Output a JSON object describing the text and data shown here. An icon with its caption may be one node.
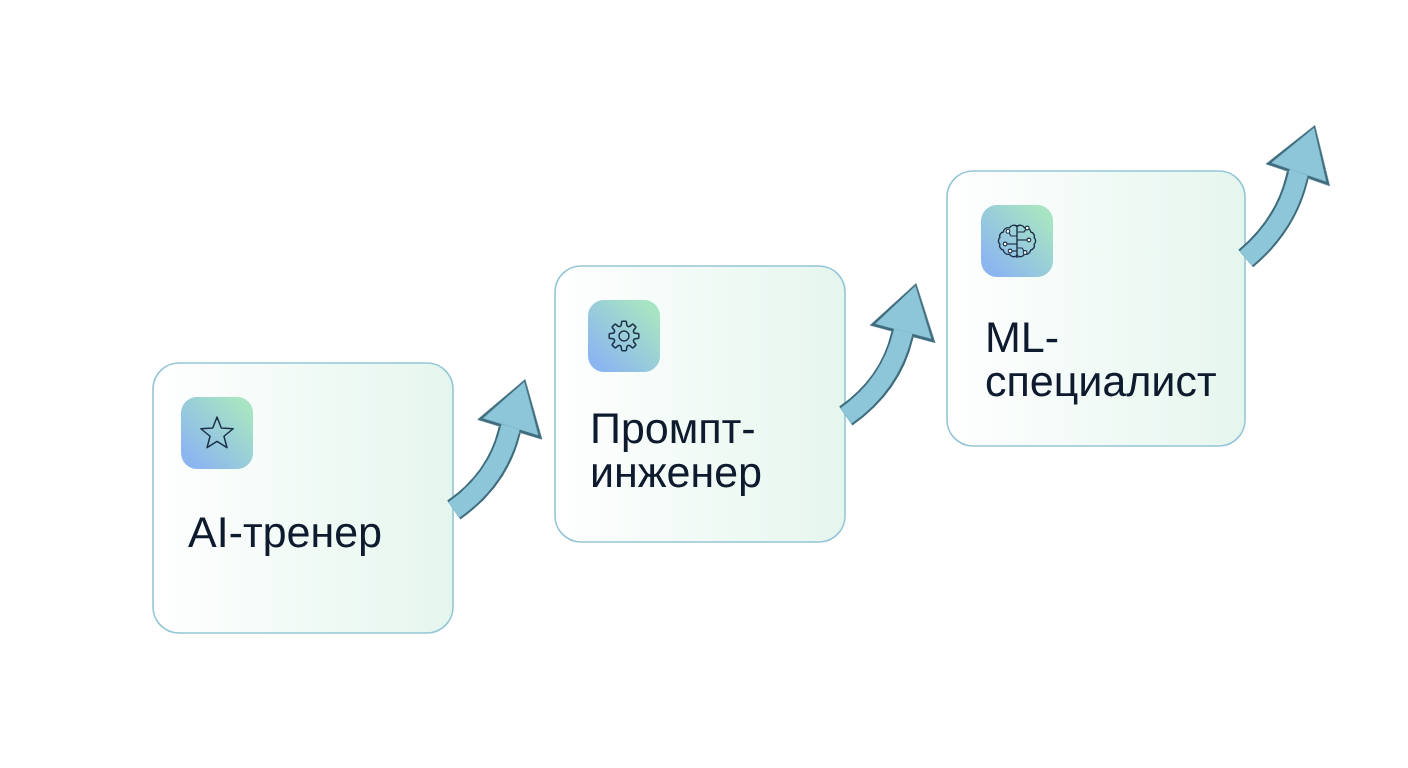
{
  "diagram": {
    "nodes": [
      {
        "text": [
          "AI-тренер"
        ]
      },
      {
        "text": [
          "Промпт-инженер"
        ]
      },
      {
        "text": [
          "ML-специалист"
        ]
      }
    ],
    "edges": [
      {
        "from": 0,
        "to": 1,
        "arrow": "to"
      },
      {
        "from": 1,
        "to": 2,
        "arrow": "to"
      },
      {
        "from": 2,
        "to": null,
        "arrow": "to"
      }
    ]
  }
}
